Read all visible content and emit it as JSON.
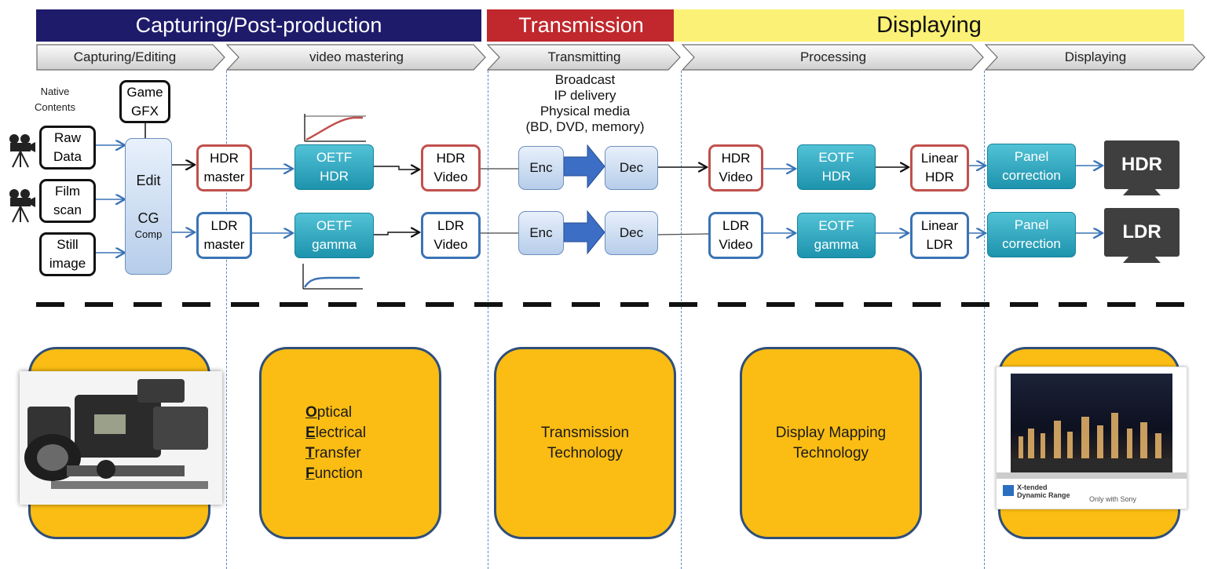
{
  "phases": [
    {
      "label": "Capturing/Post-production",
      "bg": "#1f1b6b",
      "color": "#ffffff"
    },
    {
      "label": "Transmission",
      "bg": "#c0282d",
      "color": "#ffffff"
    },
    {
      "label": "Displaying",
      "bg": "#fbf176",
      "color": "#111111"
    }
  ],
  "stages": [
    "Capturing/Editing",
    "video mastering",
    "Transmitting",
    "Processing",
    "Displaying"
  ],
  "native_contents": "Native\nContents",
  "sources": {
    "game": "Game\nGFX",
    "raw": "Raw\nData",
    "film": "Film\nscan",
    "still": "Still\nimage"
  },
  "edit": {
    "edit": "Edit",
    "cg": "CG",
    "comp": "Comp"
  },
  "hdr_path": {
    "master": "HDR\nmaster",
    "oetf": "OETF\nHDR",
    "video": "HDR\nVideo",
    "enc": "Enc",
    "dec": "Dec",
    "video2": "HDR\nVideo",
    "eotf": "EOTF\nHDR",
    "linear": "Linear\nHDR",
    "panel": "Panel\ncorrection",
    "display": "HDR"
  },
  "ldr_path": {
    "master": "LDR\nmaster",
    "oetf": "OETF\ngamma",
    "video": "LDR\nVideo",
    "enc": "Enc",
    "dec": "Dec",
    "video2": "LDR\nVideo",
    "eotf": "EOTF\ngamma",
    "linear": "Linear\nLDR",
    "panel": "Panel\ncorrection",
    "display": "LDR"
  },
  "transmission_media": "Broadcast\nIP delivery\nPhysical media\n(BD, DVD, memory)",
  "cards": {
    "oetf": [
      {
        "initial": "O",
        "rest": "ptical"
      },
      {
        "initial": "E",
        "rest": "lectrical"
      },
      {
        "initial": "T",
        "rest": "ransfer"
      },
      {
        "initial": "F",
        "rest": "unction"
      }
    ],
    "transmission": "Transmission\nTechnology",
    "display_mapping": "Display Mapping\nTechnology"
  },
  "tv_image": {
    "brand_line1": "X-tended",
    "brand_line2": "Dynamic Range",
    "tagline": "Only with Sony"
  },
  "colors": {
    "hdr_border": "#c0504d",
    "ldr_border": "#3a73b5",
    "card_fill": "#fbbd13",
    "card_border": "#2f4f7a",
    "teal": "#1d93ad"
  }
}
